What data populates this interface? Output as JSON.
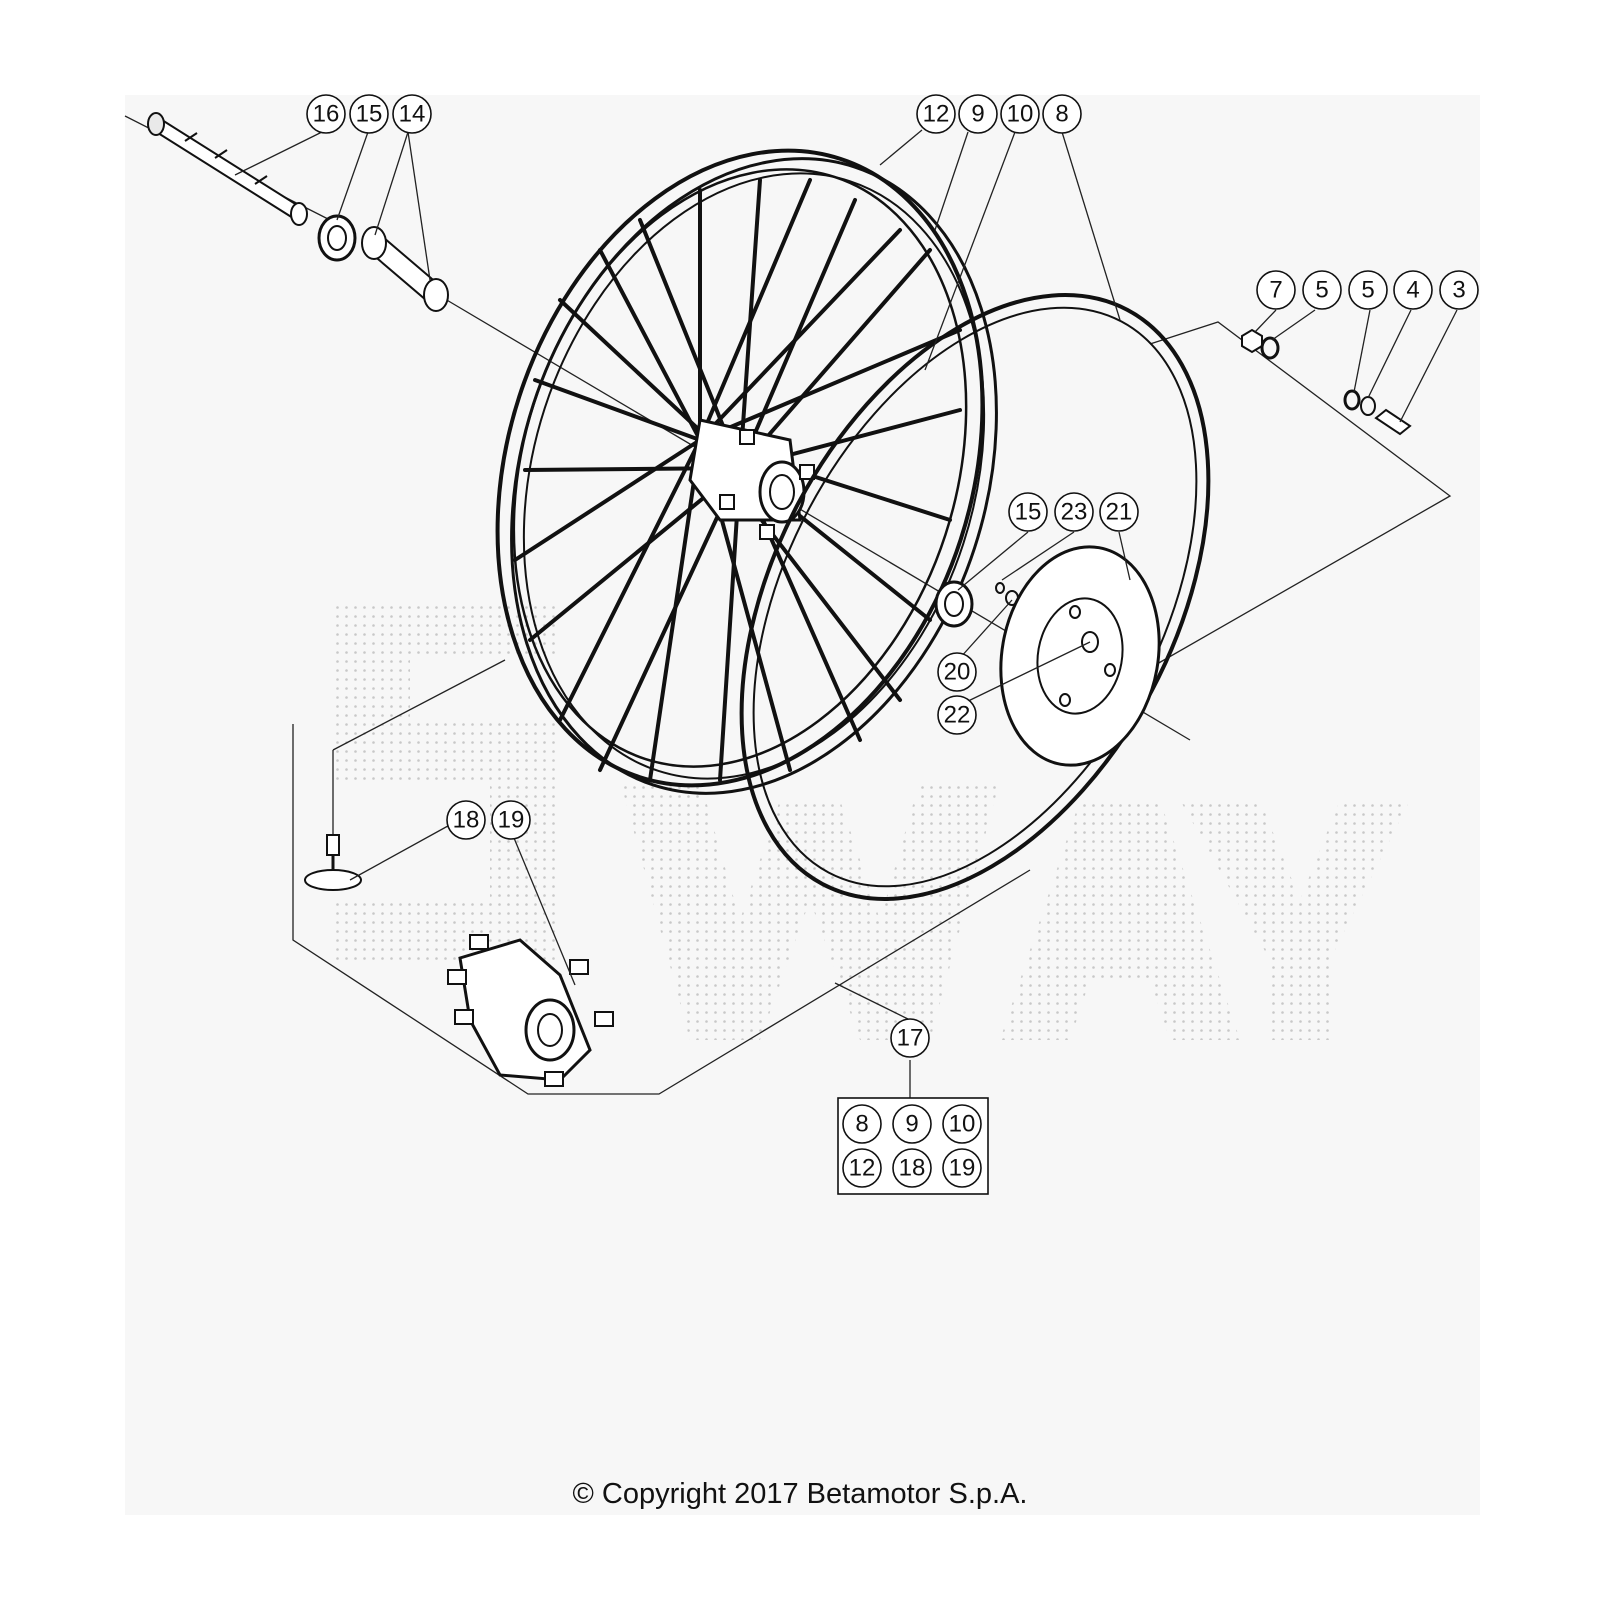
{
  "colors": {
    "background": "#ffffff",
    "panel": "#f7f7f7",
    "ink": "#111111",
    "watermark": "#c8c8c8"
  },
  "callouts": {
    "c16": "16",
    "c15a": "15",
    "c14": "14",
    "c12": "12",
    "c9": "9",
    "c10": "10",
    "c8": "8",
    "c7": "7",
    "c5a": "5",
    "c5b": "5",
    "c4": "4",
    "c3": "3",
    "c15b": "15",
    "c23": "23",
    "c21": "21",
    "c20": "20",
    "c22": "22",
    "c18": "18",
    "c19": "19",
    "c17": "17"
  },
  "kit_17": [
    "8",
    "9",
    "10",
    "12",
    "18",
    "19"
  ],
  "copyright": "© Copyright 2017 Betamotor S.p.A."
}
